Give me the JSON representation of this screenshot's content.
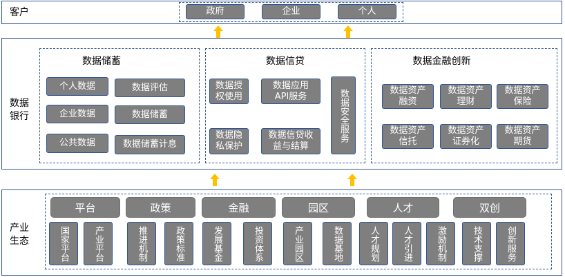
{
  "customer": {
    "label": "客户",
    "items": [
      "政府",
      "企业",
      "个人"
    ]
  },
  "bank": {
    "label": "数据\n银行",
    "storage": {
      "title": "数据储蓄",
      "items": [
        "个人数据",
        "数据评估",
        "企业数据",
        "数据储蓄",
        "公共数据",
        "数据储蓄计息"
      ]
    },
    "credit": {
      "title": "数据信贷",
      "items": [
        "数据授\n权使用",
        "数据应用\nAPI服务",
        "数据隐\n私保护",
        "数据信贷收\n益与结算"
      ],
      "security": "数据安全服务"
    },
    "innovation": {
      "title": "数据金融创新",
      "items": [
        "数据资产\n融资",
        "数据资产\n理财",
        "数据资产\n保险",
        "数据资产\n信托",
        "数据资产\n证券化",
        "数据资产\n期货"
      ]
    }
  },
  "ecosystem": {
    "label": "产业\n生态",
    "groups": [
      {
        "name": "平台",
        "items": [
          "国家平台",
          "产业平台"
        ]
      },
      {
        "name": "政策",
        "items": [
          "推进机制",
          "政策标准"
        ]
      },
      {
        "name": "金融",
        "items": [
          "发展基金",
          "投资体系"
        ]
      },
      {
        "name": "园区",
        "items": [
          "产业园区",
          "数据基地"
        ]
      },
      {
        "name": "人才",
        "items": [
          "人才规划",
          "人才引进",
          "激励机制"
        ]
      },
      {
        "name": "双创",
        "items": [
          "技术支撑",
          "创新服务"
        ]
      }
    ]
  },
  "colors": {
    "box": "#7f7f7f",
    "border": "#2f5597",
    "arrow": "#ffc000"
  }
}
